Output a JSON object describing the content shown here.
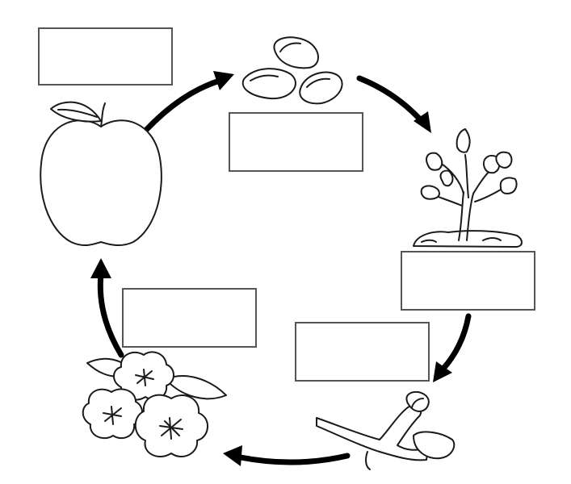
{
  "diagram": {
    "title": "",
    "stages": [
      {
        "id": "fruit",
        "icon": "apple-icon",
        "label": ""
      },
      {
        "id": "seeds",
        "icon": "seeds-icon",
        "label": ""
      },
      {
        "id": "seedling",
        "icon": "seedling-icon",
        "label": ""
      },
      {
        "id": "bud",
        "icon": "flower-bud-icon",
        "label": ""
      },
      {
        "id": "flower",
        "icon": "apple-blossom-icon",
        "label": ""
      }
    ],
    "cycle_order": [
      "fruit",
      "seeds",
      "seedling",
      "bud",
      "flower",
      "fruit"
    ],
    "colors": {
      "ink": "#1a1a1a",
      "background": "#ffffff",
      "box_border": "#555555"
    }
  }
}
